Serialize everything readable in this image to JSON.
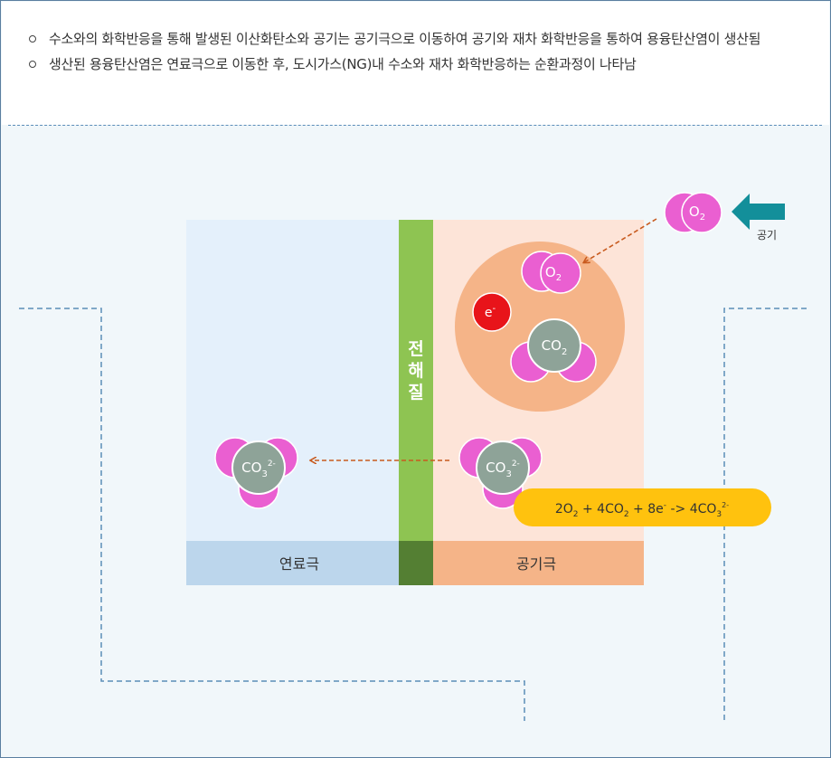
{
  "bullets": [
    "수소와의 화학반응을 통해 발생된 이산화탄소와 공기는 공기극으로 이동하여 공기와 재차 화학반응을 통하여 용융탄산염이 생산됨",
    "생산된 용융탄산염은 연료극으로 이동한 후, 도시가스(NG)내  수소와 재차 화학반응하는 순환과정이 나타남"
  ],
  "labels": {
    "electrolyte": [
      "전",
      "해",
      "질"
    ],
    "anode": "연료극",
    "cathode": "공기극",
    "air": "공기",
    "electron": "e",
    "electron_sup": "-",
    "o2_main": "O",
    "o2_sub": "2",
    "co2_main": "CO",
    "co2_sub": "2",
    "co3_main": "CO",
    "co3_sub": "3",
    "co3_sup": "2-"
  },
  "equation": {
    "p1": "2O",
    "s1": "2",
    "p2": " + 4CO",
    "s2": "2",
    "p3": " + 8e",
    "sup3": "-",
    "p4": " -> 4CO",
    "s4": "3",
    "sup4": "2-"
  },
  "colors": {
    "anode_bg": "#e4f0fb",
    "anode_label_bg": "#bcd6ec",
    "cathode_bg": "#fde4d8",
    "cathode_label_bg": "#f5b488",
    "electrolyte": "#8ec452",
    "electrolyte_dark": "#547f33",
    "reaction_zone": "#f5b488",
    "oxygen_atom": "#ea5fd1",
    "carbon_atom": "#8ea398",
    "electron": "#e8141a",
    "equation_bg": "#ffc20e",
    "air_arrow": "#138f9a",
    "flow_arrow": "#c85a1e",
    "dashed_line": "#5b8db8"
  }
}
